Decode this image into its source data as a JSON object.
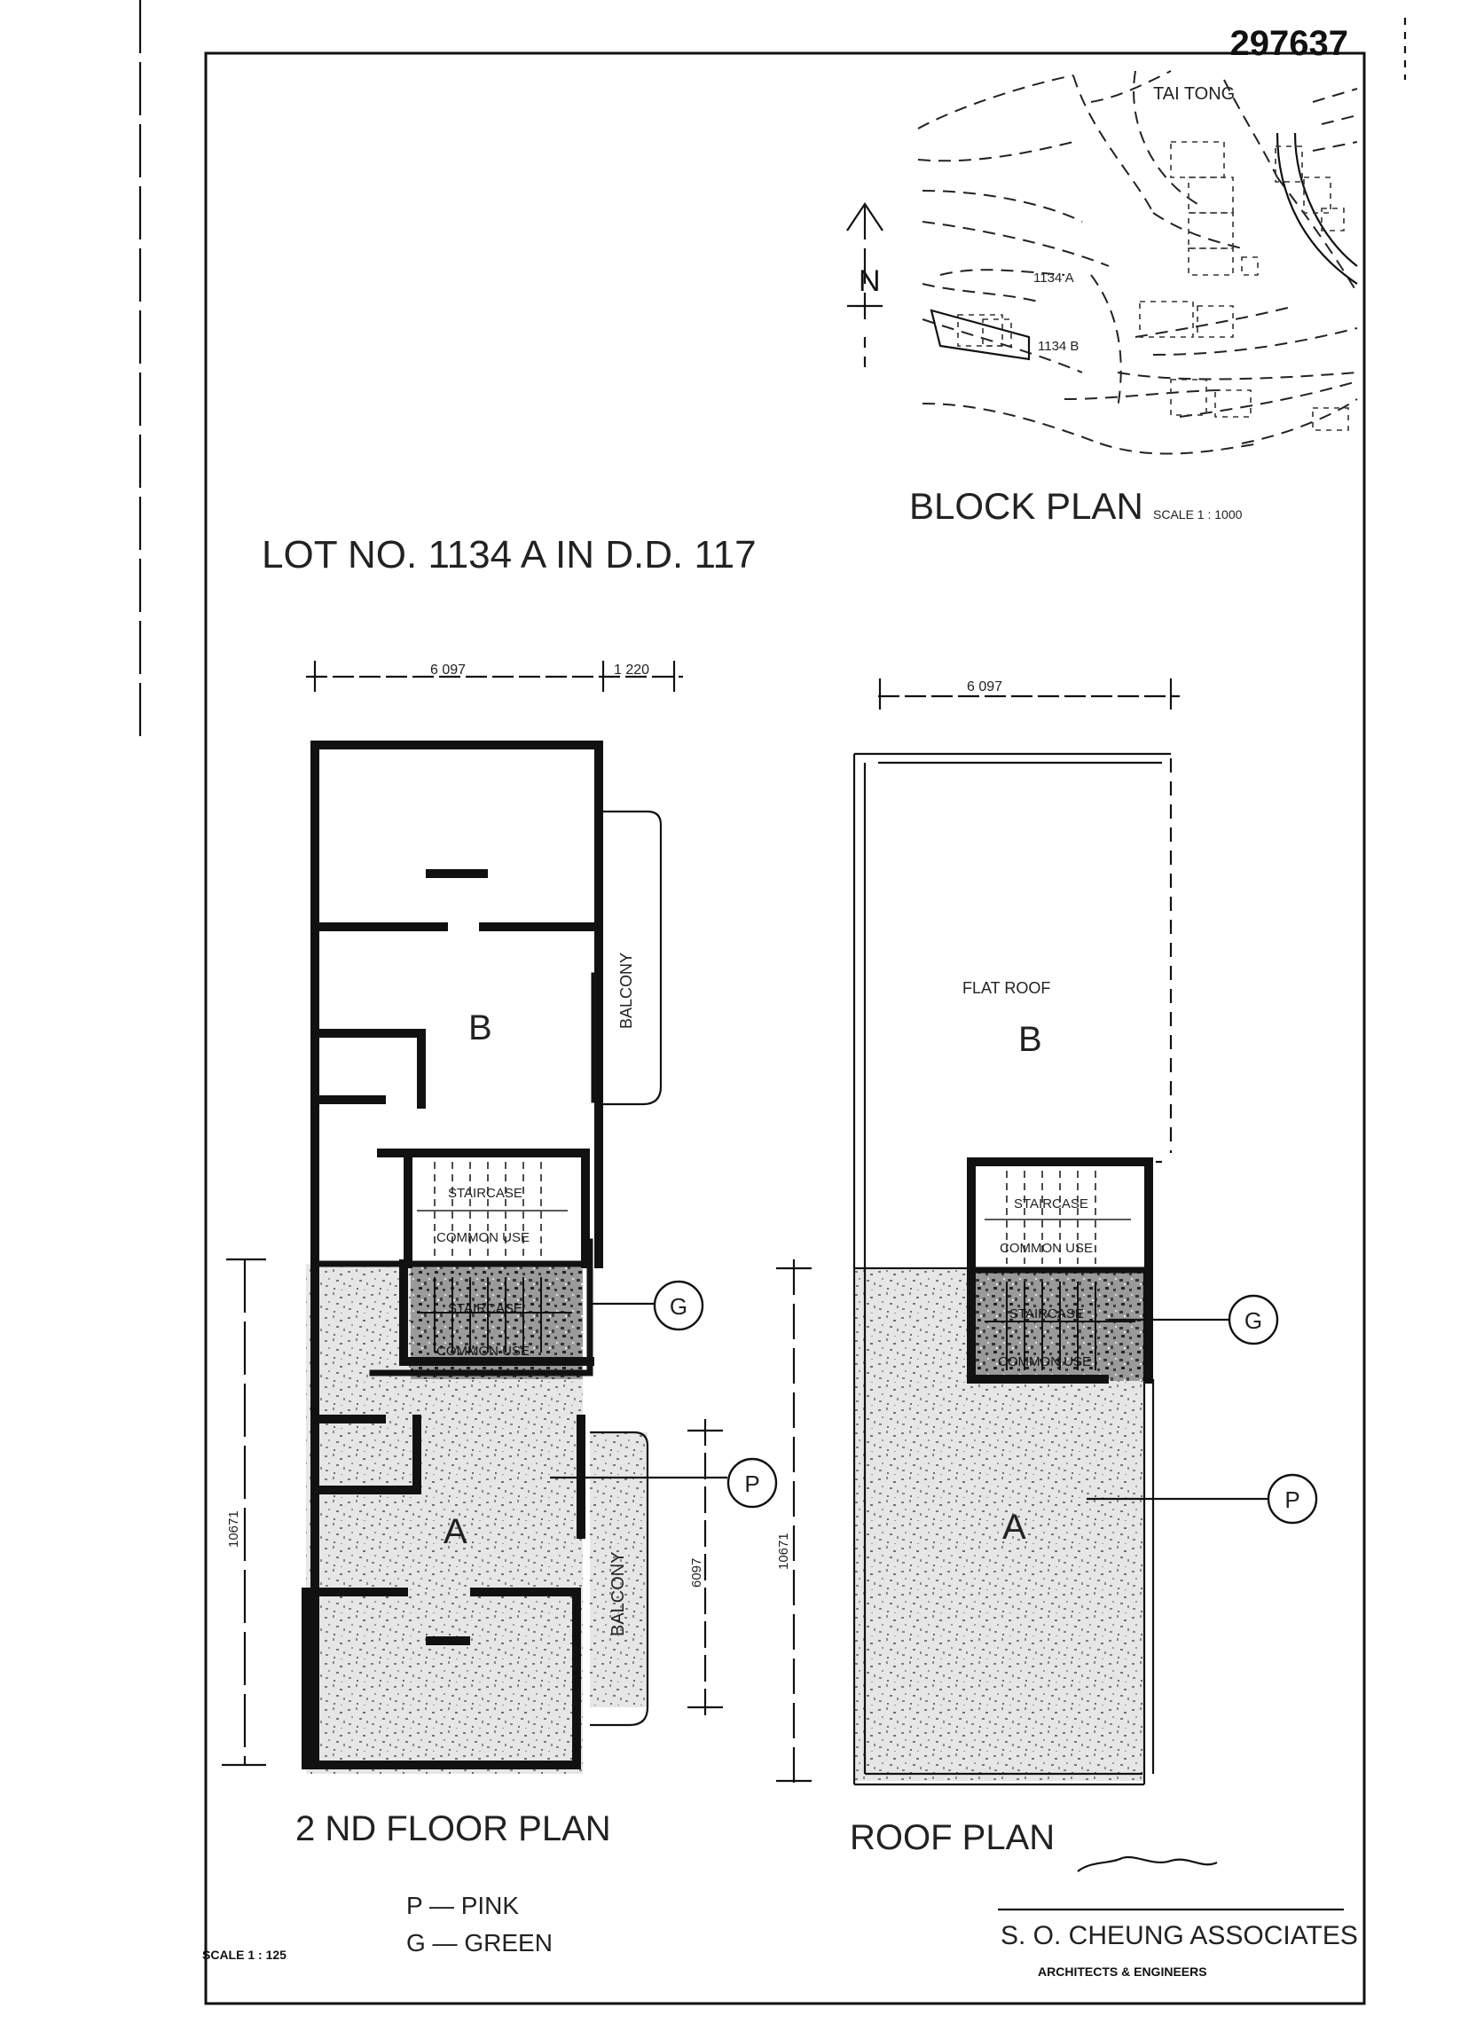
{
  "drawing_number": "297637",
  "lot_title": "LOT  NO. 1134 A  IN  D.D. 117",
  "block_plan": {
    "title": "BLOCK  PLAN",
    "scale": "SCALE  1 : 1000",
    "village": "TAI  TONG",
    "north": "N",
    "lot_a": "1134 A",
    "lot_b": "1134 B"
  },
  "second_floor": {
    "title": "2 ND  FLOOR  PLAN",
    "dim_width": "6 097",
    "dim_balcony": "1 220",
    "dim_depth": "10671",
    "dim_a": "6097",
    "unit_b": "B",
    "unit_a": "A",
    "balcony": "BALCONY",
    "staircase": "STAIRCASE",
    "common_use": "COMMON  USE"
  },
  "roof": {
    "title": "ROOF  PLAN",
    "dim_width": "6 097",
    "dim_depth": "10671",
    "flat_roof": "FLAT  ROOF",
    "unit_b": "B",
    "unit_a": "A",
    "staircase": "STAIRCASE",
    "common_use": "COMMON  USE"
  },
  "markers": {
    "g": "G",
    "p": "P"
  },
  "legend": {
    "pink": "P — PINK",
    "green": "G — GREEN"
  },
  "scale_note": "SCALE  1 : 125",
  "firm": {
    "name": "S. O.  CHEUNG  ASSOCIATES",
    "subtitle": "ARCHITECTS   &   ENGINEERS"
  },
  "colors": {
    "ink": "#111111",
    "shade": "#9a9a9a"
  }
}
